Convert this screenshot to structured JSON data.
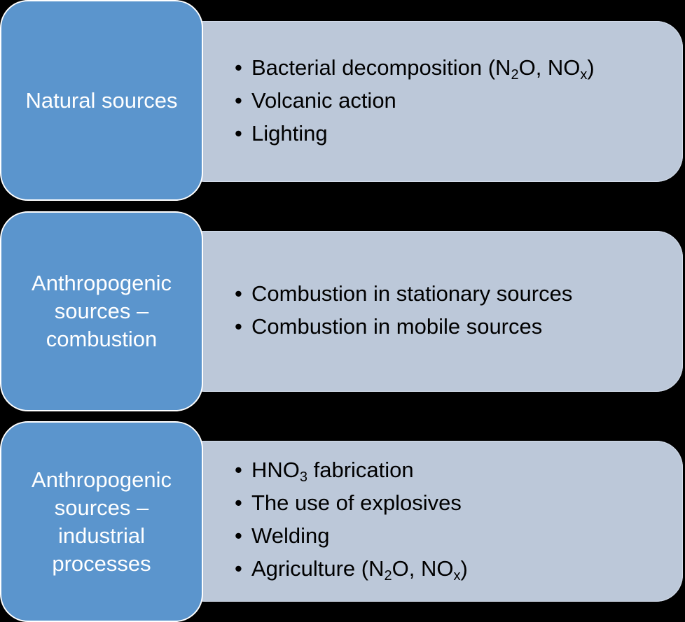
{
  "rows": [
    {
      "category": "Natural sources",
      "items": [
        {
          "pre": "Bacterial decomposition (N",
          "sub1": "2",
          "mid": "O, NO",
          "sub2": "x",
          "post": ")"
        },
        {
          "pre": "Volcanic action"
        },
        {
          "pre": "Lighting"
        }
      ]
    },
    {
      "category": "Anthropogenic sources – combustion",
      "items": [
        {
          "pre": "Combustion in stationary sources"
        },
        {
          "pre": "Combustion in mobile sources"
        }
      ]
    },
    {
      "category": "Anthropogenic sources – industrial processes",
      "items": [
        {
          "pre": "HNO",
          "sub1": "3",
          "mid": " fabrication"
        },
        {
          "pre": "The use of explosives"
        },
        {
          "pre": "Welding"
        },
        {
          "pre": "Agriculture (N",
          "sub1": "2",
          "mid": "O, NO",
          "sub2": "x",
          "post": ")"
        }
      ]
    }
  ],
  "bullet_symbol": "•",
  "colors": {
    "background": "#000000",
    "category_fill": "#5b95cd",
    "category_border": "#ffffff",
    "detail_fill": "#bcc8d9",
    "category_text": "#ffffff",
    "detail_text": "#000000"
  }
}
